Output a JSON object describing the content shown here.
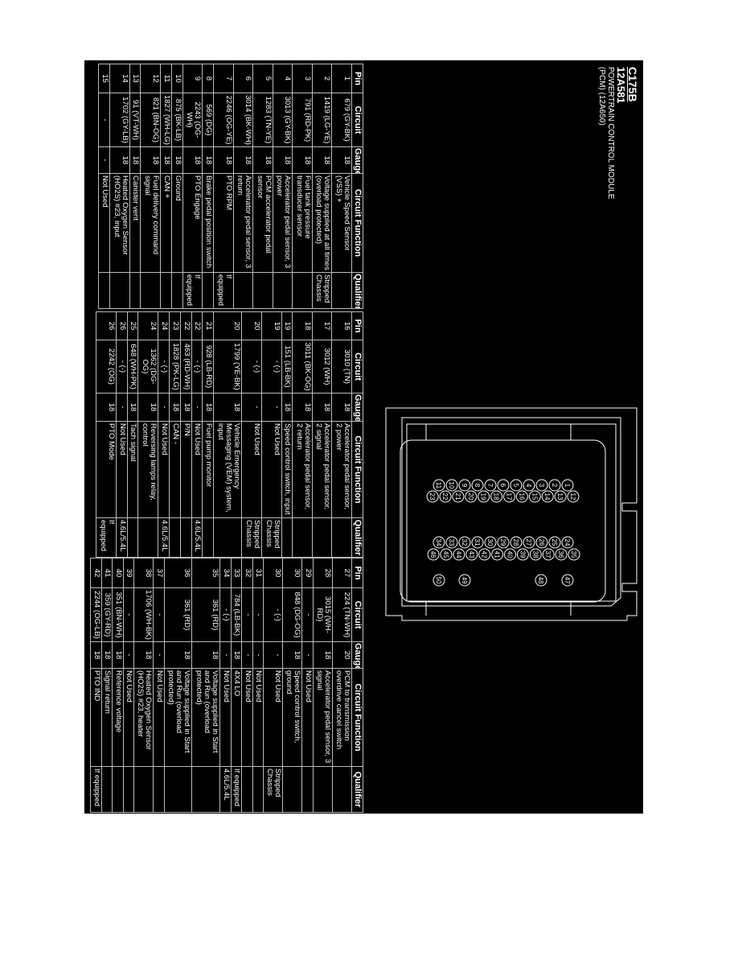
{
  "header": {
    "connector_id": "C175B",
    "part_number": "12A581",
    "description_line1": "POWERTRAIN CONTROL MODULE",
    "description_line2": "(PCM) (12A650)"
  },
  "columns": [
    "Pin",
    "Circuit",
    "Gauge",
    "Circuit Function",
    "Qualifier"
  ],
  "tables": [
    {
      "rows": [
        [
          "1",
          "679 (GY-BK)",
          "18",
          "Vehicle Speed Sensor (VSS) +",
          ""
        ],
        [
          "2",
          "1419 (LG-YE)",
          "18",
          "Voltage supplied at all times (overload protected)",
          "Stripped Chassis"
        ],
        [
          "3",
          "791 (RD-PK)",
          "18",
          "Fuel tank pressure transducer sensor",
          ""
        ],
        [
          "4",
          "3013 (GY-BK)",
          "18",
          "Accelerator pedal sensor, 3 power",
          ""
        ],
        [
          "5",
          "1283 (TN-YE)",
          "18",
          "PCM accelerator pedal sensor",
          ""
        ],
        [
          "6",
          "3014 (BK-WH)",
          "18",
          "Accelerator pedal sensor, 3 return",
          ""
        ],
        [
          "7",
          "2246 (OG-YE)",
          "18",
          "PTO RPM",
          "If equipped"
        ],
        [
          "8",
          "569 (DG)",
          "18",
          "Brake pedal position switch",
          ""
        ],
        [
          "9",
          "2243 (OG-WH)",
          "18",
          "PTO Engage",
          "If equipped"
        ],
        [
          "10",
          "875 (BK-LB)",
          "18",
          "Ground",
          ""
        ],
        [
          "11",
          "1827 (WH-LG)",
          "18",
          "CAN +",
          ""
        ],
        [
          "12",
          "821 (BN-OG)",
          "18",
          "Fuel delivery command signal",
          ""
        ],
        [
          "13",
          "91 (VT-WH)",
          "18",
          "Canister vent",
          ""
        ],
        [
          "14",
          "1702 (GY-LB)",
          "18",
          "Heated Oxygen Sensor (HO2S) #23, input",
          ""
        ],
        [
          "15",
          "-",
          "-",
          "Not Used",
          ""
        ]
      ]
    },
    {
      "rows": [
        [
          "16",
          "3010 (TN)",
          "18",
          "Accelerator pedal sensor, 2 power",
          ""
        ],
        [
          "17",
          "3012 (WH)",
          "18",
          "Accelerator pedal sensor, 2 signal",
          ""
        ],
        [
          "18",
          "3011 (BK-OG)",
          "18",
          "Accelerator pedal sensor, 2 return",
          ""
        ],
        [
          "19",
          "151 (LB-BK)",
          "18",
          "Speed control switch, input",
          ""
        ],
        [
          "19",
          "- (-)",
          "-",
          "Not Used",
          "Stripped Chassis"
        ],
        [
          "20",
          "- (-)",
          "-",
          "Not Used",
          "Stripped Chassis"
        ],
        [
          "20",
          "1799 (YE-BK)",
          "18",
          "Vehicle Emergency Messaging (VEM) system, input",
          ""
        ],
        [
          "21",
          "928 (LB-RD)",
          "18",
          "Fuel pump monitor",
          ""
        ],
        [
          "22",
          "- (-)",
          "-",
          "Not Used",
          "4.6L/5.4L"
        ],
        [
          "22",
          "463 (RD-WH)",
          "18",
          "P/N",
          ""
        ],
        [
          "23",
          "1828 (PK-LG)",
          "18",
          "CAN -",
          ""
        ],
        [
          "24",
          "- (-)",
          "-",
          "Not Used",
          "4.6L/5.4L"
        ],
        [
          "24",
          "1362 (DG-OG)",
          "18",
          "Reversing lamps relay, control",
          ""
        ],
        [
          "25",
          "648 (WH-PK)",
          "18",
          "Tach signal",
          ""
        ],
        [
          "26",
          "- (-)",
          "-",
          "Not Used",
          "4.6L/5.4L"
        ],
        [
          "26",
          "2242 (OG)",
          "18",
          "PTO Mode",
          "If equipped"
        ]
      ]
    },
    {
      "rows": [
        [
          "27",
          "224 (TN-WH)",
          "20",
          "PCM to transmission overdrive cancel switch",
          ""
        ],
        [
          "28",
          "3015 (WH-RD)",
          "18",
          "Accelerator pedal sensor, 3 signal",
          ""
        ],
        [
          "29",
          "-",
          "-",
          "Not Used",
          ""
        ],
        [
          "30",
          "848 (DG-OG)",
          "18",
          "Speed control switch, ground",
          ""
        ],
        [
          "30",
          "- (-)",
          "-",
          "Not Used",
          "Stripped Chassis"
        ],
        [
          "31",
          "-",
          "-",
          "Not Used",
          ""
        ],
        [
          "32",
          "-",
          "-",
          "Not Used",
          ""
        ],
        [
          "33",
          "784 (LB-BK)",
          "18",
          "4X4 LO",
          "If equipped"
        ],
        [
          "34",
          "- (-)",
          "-",
          "Not Used",
          "4.6L/5.4L"
        ],
        [
          "35",
          "361 (RD)",
          "18",
          "Voltage supplied in Start and Run (overload protected)",
          ""
        ],
        [
          "36",
          "361 (RD)",
          "18",
          "Voltage supplied in Start and Run (overload protected)",
          ""
        ],
        [
          "37",
          "-",
          "-",
          "Not Used",
          ""
        ],
        [
          "38",
          "1706 (WH-BK)",
          "18",
          "Heated Oxygen Sensor (HO2S) #23, heater",
          ""
        ],
        [
          "39",
          "-",
          "-",
          "Not Used",
          ""
        ],
        [
          "40",
          "351 (BN-WH)",
          "18",
          "Reference voltage",
          ""
        ],
        [
          "41",
          "359 (GY-RD)",
          "18",
          "Signal return",
          ""
        ],
        [
          "42",
          "2244 (OG-LB)",
          "18",
          "PTO IND",
          "If equipped"
        ]
      ]
    }
  ],
  "connector": {
    "pins": [
      "1",
      "2",
      "3",
      "4",
      "5",
      "6",
      "7",
      "8",
      "9",
      "10",
      "11",
      "12",
      "13",
      "14",
      "15",
      "16",
      "17",
      "18",
      "19",
      "20",
      "21",
      "22",
      "23",
      "24",
      "25",
      "26",
      "27",
      "28",
      "29",
      "30",
      "31",
      "32",
      "33",
      "34",
      "35",
      "36",
      "37",
      "38",
      "39",
      "40",
      "41",
      "42",
      "43",
      "44",
      "45",
      "46",
      "47",
      "48",
      "49",
      "50"
    ]
  },
  "colors": {
    "background": "#000000",
    "text": "#ffffff",
    "lines": "#bbbbbb",
    "page": "#ffffff"
  }
}
